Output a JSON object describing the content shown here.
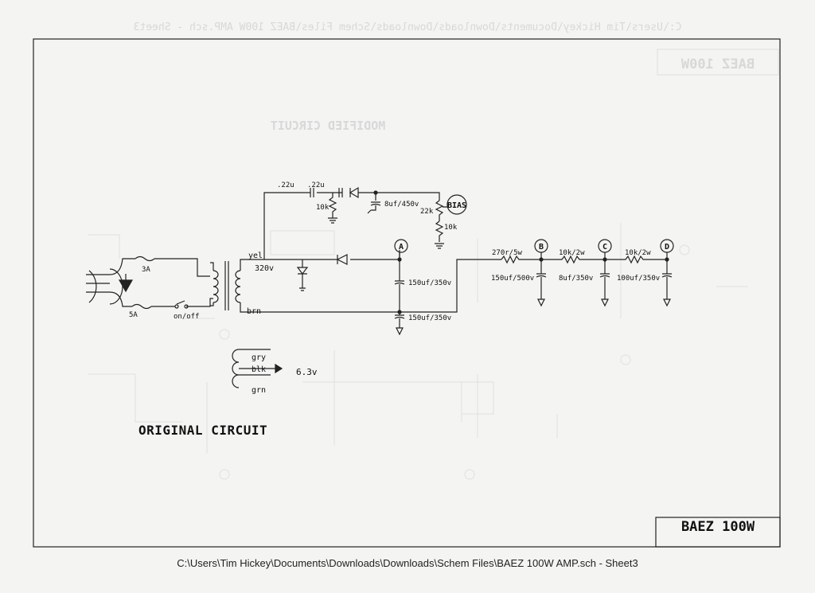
{
  "sheet": {
    "title_block": "BAEZ 100W",
    "circuit_label": "ORIGINAL CIRCUIT",
    "footer_path": "C:\\Users\\Tim Hickey\\Documents\\Downloads\\Downloads\\Schem Files\\BAEZ 100W AMP.sch  -  Sheet3"
  },
  "labels": {
    "fuse_top": "3A",
    "fuse_bottom": "5A",
    "switch": "on/off",
    "wire_yel": "yel",
    "voltage_320": "320v",
    "wire_brn": "brn",
    "cap1": ".22u",
    "cap2": ".22u",
    "r_10k_top": "10k",
    "cap_8uf_bias": "8uf/450v",
    "r_22k": "22k",
    "bias": "BIAS",
    "r_10k_bias": "10k",
    "cap_150_a": "150uf/350v",
    "cap_150_b": "150uf/350v",
    "r_270": "270r/5w",
    "cap_150_500": "150uf/500v",
    "r_10k2w_1": "10k/2w",
    "cap_8_350": "8uf/350v",
    "r_10k2w_2": "10k/2w",
    "cap_100": "100uf/350v",
    "node_a": "A",
    "node_b": "B",
    "node_c": "C",
    "node_d": "D",
    "wire_gry": "gry",
    "wire_blk": "blk",
    "wire_grn": "grn",
    "heater_voltage": "6.3v"
  },
  "ghost_text": {
    "header_mirror": "C:\\Users\\Tim Hickey\\Documents\\Downloads\\Downloads\\Schem Files\\BAEZ 100W AMP.sch  -  Sheet3",
    "title_mirror": "BAEZ 100W",
    "modified": "MODIFIED CIRCUIT"
  }
}
